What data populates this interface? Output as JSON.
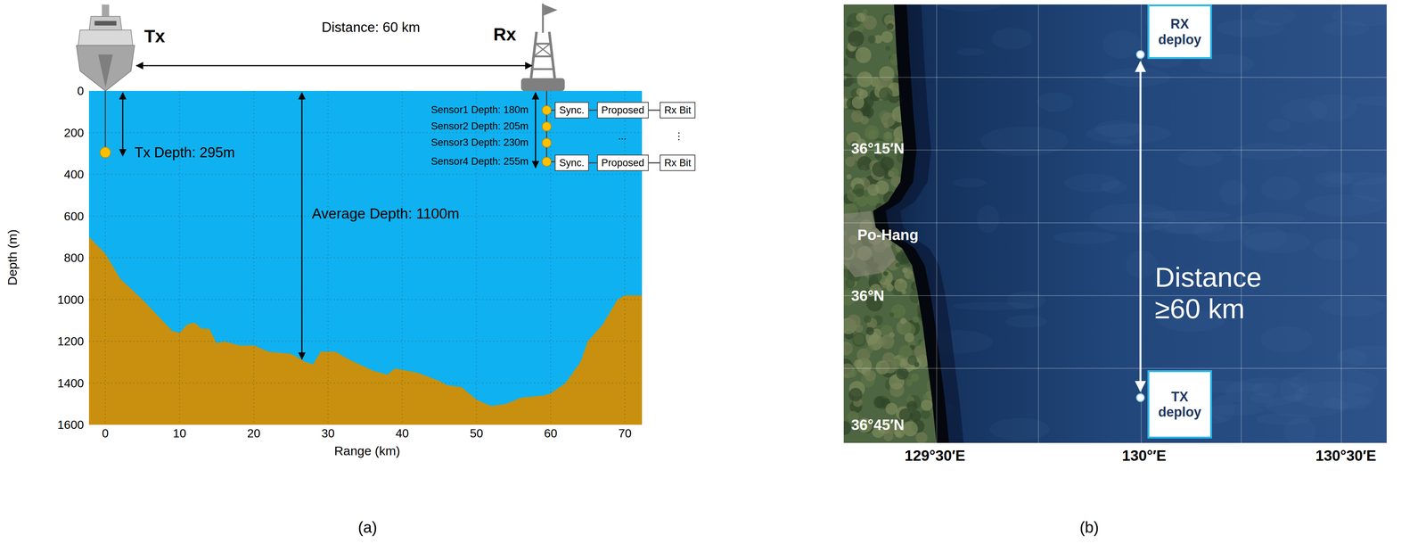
{
  "diagram": {
    "nodes": [
      {
        "text": [
          "Sync."
        ]
      },
      {
        "text": [
          "Proposed"
        ]
      },
      {
        "text": [
          "Rx Bit"
        ]
      },
      {
        "text": [
          "Sync."
        ]
      },
      {
        "text": [
          "Proposed"
        ]
      },
      {
        "text": [
          "Rx Bit"
        ]
      },
      {
        "text": [
          "RX deploy"
        ]
      },
      {
        "text": [
          "TX deploy"
        ]
      }
    ],
    "edges": [
      {
        "from": 0,
        "to": 1,
        "arrow": "none"
      },
      {
        "from": 1,
        "to": 2,
        "arrow": "none"
      },
      {
        "from": 3,
        "to": 4,
        "arrow": "none"
      },
      {
        "from": 4,
        "to": 5,
        "arrow": "none"
      }
    ],
    "labels": [
      "Tx",
      "Rx",
      "Distance: 60 km",
      "Tx Depth: 295m",
      "Average Depth: 1100m",
      "Sensor1 Depth: 180m",
      "Sensor2 Depth: 205m",
      "Sensor3 Depth: 230m",
      "Sensor4 Depth: 255m",
      "...",
      "⋮",
      "0",
      "200",
      "400",
      "600",
      "800",
      "1000",
      "1200",
      "1400",
      "1600",
      "Depth (m)",
      "0",
      "10",
      "20",
      "30",
      "40",
      "50",
      "60",
      "70",
      "Range (km)",
      "(a)",
      "Po-Hang",
      "36°15′N",
      "36°N",
      "36°45′N",
      "129°30′E",
      "130°′E",
      "130°30′E",
      "Distance ≥60 km",
      "(b)"
    ]
  }
}
